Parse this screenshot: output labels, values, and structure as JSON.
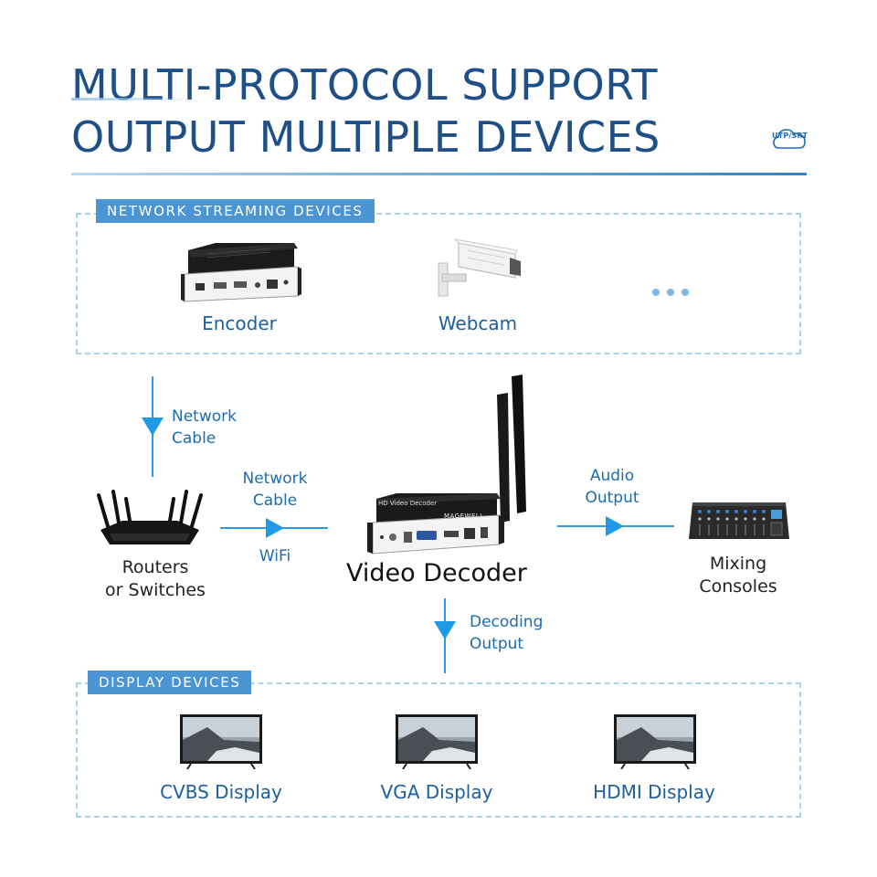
{
  "title": {
    "line1": "MULTI-PROTOCOL SUPPORT",
    "line2": "OUTPUT MULTIPLE DEVICES"
  },
  "badge": {
    "text": "UTP/SRT",
    "icon": "cloud-icon"
  },
  "sections": {
    "network": {
      "tag": "NETWORK STREAMING DEVICES",
      "items": [
        "Encoder",
        "Webcam"
      ],
      "more_icon": "ellipsis-icon"
    },
    "display": {
      "tag": "DISPLAY DEVICES",
      "items": [
        "CVBS Display",
        "VGA Display",
        "HDMI Display"
      ]
    }
  },
  "flow": {
    "network_cable_down": {
      "line1": "Network",
      "line2": "Cable"
    },
    "router": {
      "line1": "Routers",
      "line2": "or Switches"
    },
    "network_cable_right": {
      "line1": "Network",
      "line2": "Cable",
      "below": "WiFi"
    },
    "decoder": {
      "title": "Video Decoder",
      "front_panel": "HD Video Decoder",
      "brand": "MAGEWELL"
    },
    "audio_output": {
      "line1": "Audio",
      "line2": "Output"
    },
    "mixer": {
      "line1": "Mixing",
      "line2": "Consoles"
    },
    "decoding_output": {
      "line1": "Decoding",
      "line2": "Output"
    }
  },
  "colors": {
    "title": "#1e4f86",
    "accent": "#2d9be3",
    "tag_bg": "#4c95d3",
    "dashed": "#a9d2ee"
  }
}
